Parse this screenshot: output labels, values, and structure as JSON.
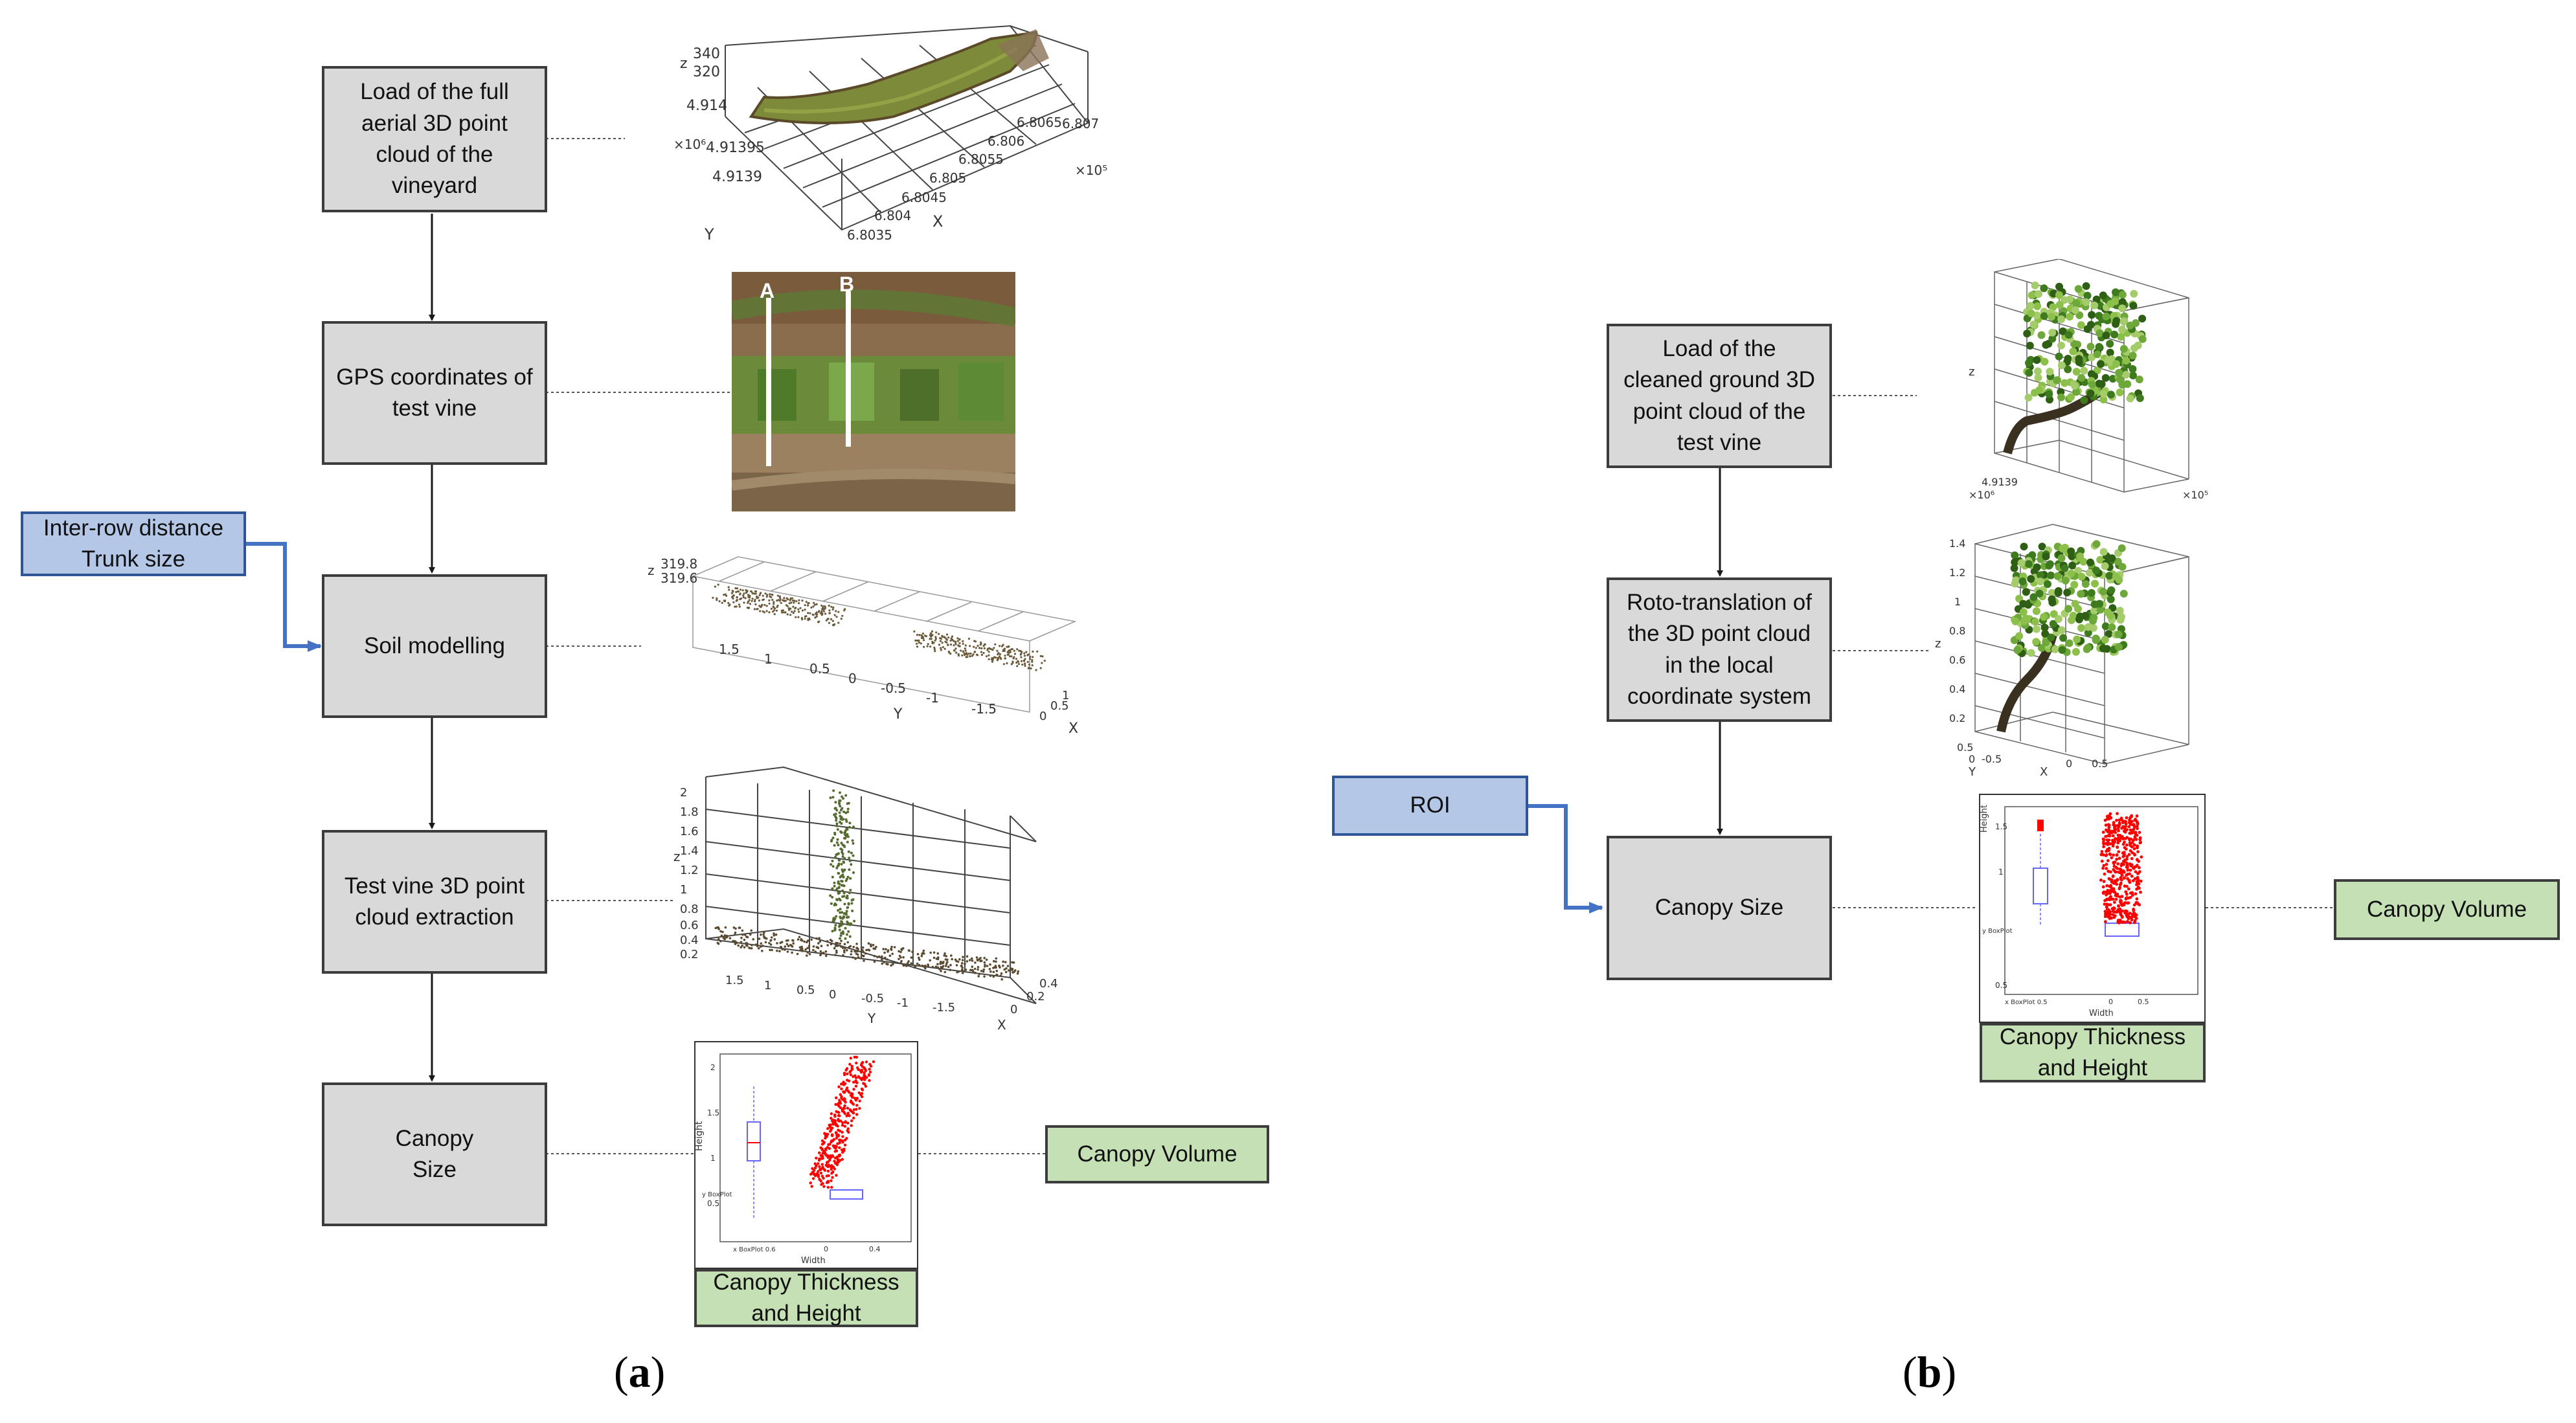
{
  "panel_a": {
    "label_prefix": "(",
    "label_letter": "a",
    "label_suffix": ")",
    "steps": [
      "Load of the full\naerial 3D point\ncloud of the\nvineyard",
      "GPS coordinates of\ntest vine",
      "Soil modelling",
      "Test vine 3D point\ncloud extraction",
      "Canopy\nSize"
    ],
    "input": "Inter-row distance\nTrunk size",
    "output_under_plot": "Canopy Thickness\nand Height",
    "output_right": "Canopy Volume",
    "plot1": {
      "zlabel": "z",
      "xlabel": "X",
      "ylabel": "Y",
      "z_ticks": [
        "340",
        "320"
      ],
      "y_ticks": [
        "4.914",
        "4.91395",
        "4.9139",
        "×10⁶"
      ],
      "x_ticks": [
        "6.8035",
        "6.804",
        "6.8045",
        "6.805",
        "6.8055",
        "6.806",
        "6.8065",
        "6.807",
        "×10⁵"
      ]
    },
    "photo": {
      "marker_a": "A",
      "marker_b": "B"
    },
    "plot2": {
      "zlabel": "z",
      "xlabel": "X",
      "ylabel": "Y",
      "z_ticks": [
        "319.8",
        "319.6"
      ],
      "y_ticks": [
        "1.5",
        "1",
        "0.5",
        "0",
        "-0.5",
        "-1",
        "-1.5"
      ],
      "x_ticks": [
        "0",
        "0.5",
        "1"
      ]
    },
    "plot3": {
      "zlabel": "z",
      "xlabel": "X",
      "ylabel": "Y",
      "z_ticks": [
        "2",
        "1.8",
        "1.6",
        "1.4",
        "1.2",
        "1",
        "0.8",
        "0.6",
        "0.4",
        "0.2"
      ],
      "y_ticks": [
        "1.5",
        "1",
        "0.5",
        "0",
        "-0.5",
        "-1",
        "-1.5"
      ],
      "x_ticks": [
        "0",
        "0.2",
        "0.4"
      ]
    },
    "plot4": {
      "ylabel": "Height",
      "xlabel": "Width",
      "y_ticks": [
        "2",
        "1.5",
        "1",
        "0.5"
      ],
      "y_boxplot_label": "y BoxPlot",
      "x_ticks": [
        "x BoxPlot  0.6",
        "0",
        "0.4"
      ]
    }
  },
  "panel_b": {
    "label_prefix": "(",
    "label_letter": "b",
    "label_suffix": ")",
    "steps": [
      "Load of the\ncleaned ground 3D\npoint cloud of the\ntest vine",
      "Roto-translation of\nthe 3D point cloud\nin the local\ncoordinate system",
      "Canopy Size"
    ],
    "input": "ROI",
    "output_under_plot": "Canopy Thickness\nand Height",
    "output_right": "Canopy Volume",
    "plot1": {
      "zlabel": "z",
      "y_ticks": [
        "×10⁶",
        "4.9139"
      ],
      "x_ticks": [
        "×10⁵"
      ]
    },
    "plot2": {
      "zlabel": "z",
      "xlabel": "X",
      "ylabel": "Y",
      "z_ticks": [
        "1.4",
        "1.2",
        "1",
        "0.8",
        "0.6",
        "0.4",
        "0.2"
      ],
      "y_ticks": [
        "0.5",
        "0",
        "-0.5"
      ],
      "x_ticks": [
        "0",
        "0.5"
      ]
    },
    "plot3": {
      "ylabel": "Height",
      "xlabel": "Width",
      "y_ticks": [
        "1.5",
        "1",
        "0.5"
      ],
      "y_boxplot_label": "y BoxPlot",
      "x_ticks": [
        "x BoxPlot  0.5",
        "0",
        "0.5"
      ]
    }
  },
  "colors": {
    "process_fill": "#d9d9d9",
    "input_fill": "#b4c7e7",
    "output_fill": "#c5e0b4",
    "arrow_blue": "#4472c4",
    "scatter_red": "#ff0000",
    "boxplot_blue": "#6666ff"
  }
}
